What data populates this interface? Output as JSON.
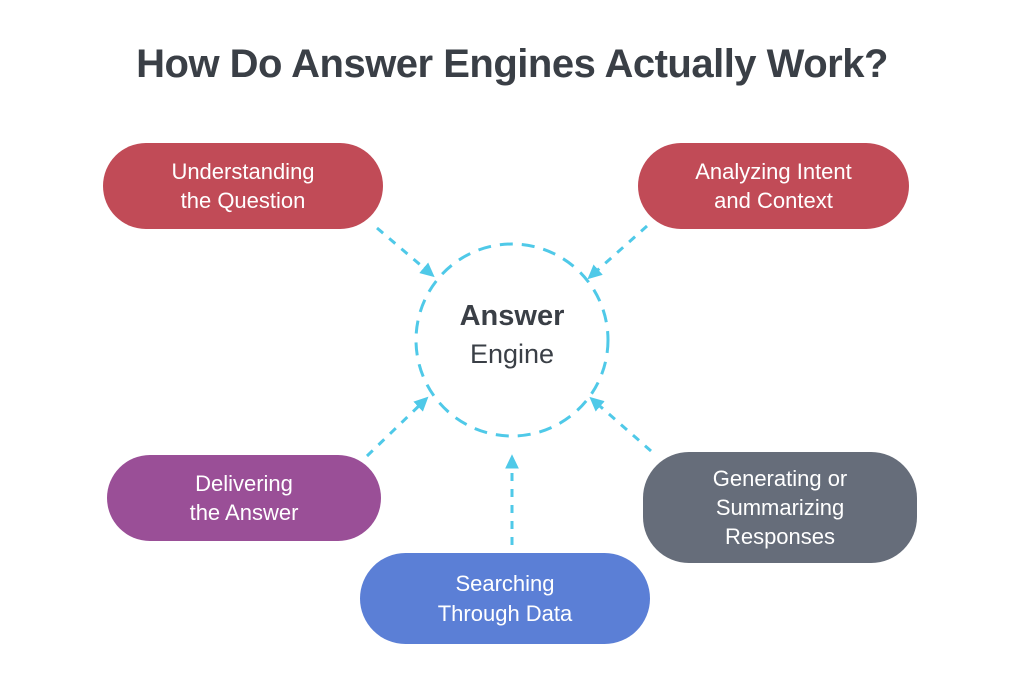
{
  "title": "How Do Answer Engines Actually Work?",
  "center": {
    "line1": "Answer",
    "line2": "Engine"
  },
  "nodes": [
    {
      "id": "understanding-the-question",
      "lines": [
        "Understanding",
        "the Question"
      ],
      "color": "#c14b57"
    },
    {
      "id": "analyzing-intent-and-context",
      "lines": [
        "Analyzing Intent",
        "and Context"
      ],
      "color": "#c14b57"
    },
    {
      "id": "delivering-the-answer",
      "lines": [
        "Delivering",
        "the Answer"
      ],
      "color": "#9a4f97"
    },
    {
      "id": "generating-or-summarizing-responses",
      "lines": [
        "Generating or",
        "Summarizing",
        "Responses"
      ],
      "color": "#666d7a"
    },
    {
      "id": "searching-through-data",
      "lines": [
        "Searching",
        "Through Data"
      ],
      "color": "#5b7fd6"
    }
  ],
  "edges": [
    {
      "from": "understanding-the-question",
      "to": "answer-engine"
    },
    {
      "from": "analyzing-intent-and-context",
      "to": "answer-engine"
    },
    {
      "from": "delivering-the-answer",
      "to": "answer-engine"
    },
    {
      "from": "generating-or-summarizing-responses",
      "to": "answer-engine"
    },
    {
      "from": "searching-through-data",
      "to": "answer-engine"
    }
  ],
  "colors": {
    "background": "#ffffff",
    "title_text": "#3a3f46",
    "node_text": "#ffffff",
    "arrow": "#4fc9e8",
    "red": "#c14b57",
    "purple": "#9a4f97",
    "blue": "#5b7fd6",
    "gray": "#666d7a"
  }
}
